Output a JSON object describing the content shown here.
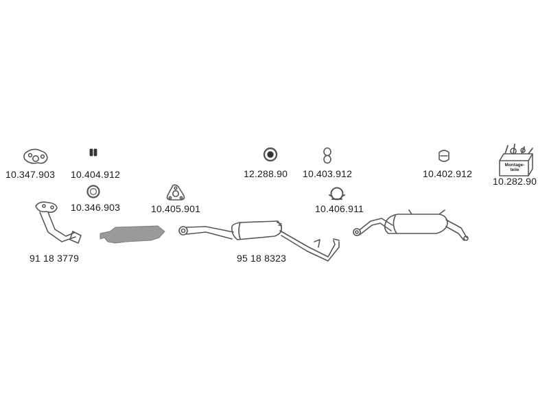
{
  "parts": {
    "gasket_3_bolt": "10.347.903",
    "bolt_pair": "10.404.912",
    "ring_gasket": "10.346.903",
    "flange_gasket": "10.405.901",
    "front_pipe": "91 18 3779",
    "rubber_mount_a": "12.288.90",
    "rubber_mount_b": "10.403.912",
    "pipe_clamp": "10.406.911",
    "centre_silencer": "95 18 8323",
    "rubber_mount_c": "10.402.912",
    "mounting_kit": "10.282.90"
  },
  "mounting_kit_box_text": "Montage-\nteile"
}
